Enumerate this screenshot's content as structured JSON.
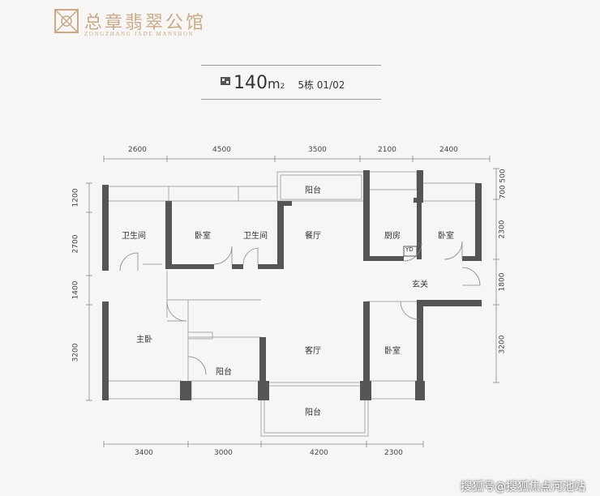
{
  "header": {
    "brand_cn": "总章翡翠公馆",
    "brand_en": "ZONGZHANG JADE MANSHON"
  },
  "area": {
    "value": "140",
    "unit": "m",
    "sup": "2",
    "unit_no": "5栋 01/02"
  },
  "dims": {
    "top": [
      "2600",
      "4500",
      "3500",
      "2100",
      "2400"
    ],
    "bottom": [
      "3400",
      "3000",
      "4200",
      "2300"
    ],
    "left": [
      "1200",
      "2700",
      "1400",
      "3200"
    ],
    "right": [
      "700 500",
      "2300",
      "1800",
      "3200"
    ]
  },
  "rooms": {
    "bath1": "卫生间",
    "bed1": "卧室",
    "bath2": "卫生间",
    "balcony_top": "阳台",
    "dining": "餐厅",
    "kitchen": "厨房",
    "yd": "YD",
    "bed2": "卧室",
    "foyer": "玄关",
    "master": "主卧",
    "living": "客厅",
    "bed3": "卧室",
    "balcony_mid": "阳台",
    "balcony_bottom": "阳台"
  },
  "watermark": "搜狐号@搜狐焦点河池站",
  "colors": {
    "wall": "#555555",
    "brand": "#c8aa8a",
    "line": "#9a9a9a"
  }
}
